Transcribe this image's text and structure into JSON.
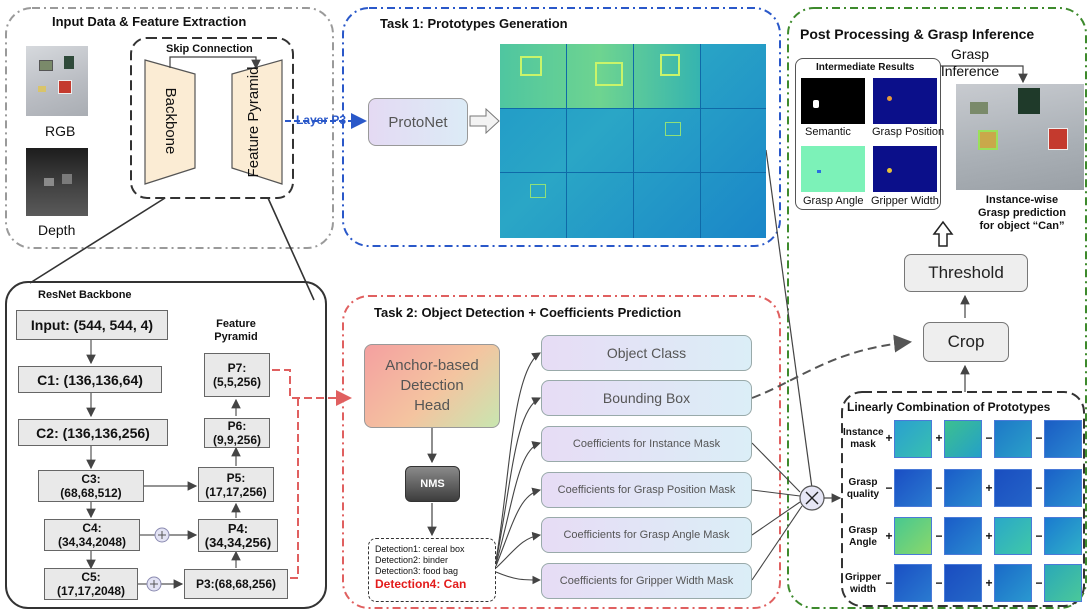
{
  "input_panel": {
    "title": "Input Data & Feature Extraction",
    "rgb_label": "RGB",
    "depth_label": "Depth",
    "skip_connection": "Skip Connection",
    "backbone": "Backbone",
    "feature_pyramid": "Feature Pyramid",
    "layer_label": "Layer P3"
  },
  "task1": {
    "title": "Task 1: Prototypes Generation",
    "protonet": "ProtoNet"
  },
  "post": {
    "title": "Post Processing & Grasp Inference",
    "grasp_inference": "Grasp Inference",
    "intermediate_title": "Intermediate Results",
    "semantic": "Semantic",
    "grasp_position": "Grasp Position",
    "grasp_angle": "Grasp Angle",
    "gripper_width": "Gripper Width",
    "instance_caption_1": "Instance-wise",
    "instance_caption_2": "Grasp prediction",
    "instance_caption_3": "for object “Can”",
    "threshold": "Threshold",
    "crop": "Crop"
  },
  "resnet": {
    "title": "ResNet Backbone",
    "input": "Input: (544, 544, 4)",
    "c1": "C1: (136,136,64)",
    "c2": "C2: (136,136,256)",
    "c3a": "C3:",
    "c3b": "(68,68,512)",
    "c4a": "C4:",
    "c4b": "(34,34,2048)",
    "c5a": "C5:",
    "c5b": "(17,17,2048)",
    "fp_title_1": "Feature",
    "fp_title_2": "Pyramid",
    "p7a": "P7:",
    "p7b": "(5,5,256)",
    "p6a": "P6:",
    "p6b": "(9,9,256)",
    "p5a": "P5:",
    "p5b": "(17,17,256)",
    "p4a": "P4:",
    "p4b": "(34,34,256)",
    "p3": "P3:(68,68,256)"
  },
  "task2": {
    "title": "Task 2: Object Detection + Coefficients Prediction",
    "head_1": "Anchor-based",
    "head_2": "Detection",
    "head_3": "Head",
    "nms": "NMS",
    "detections": [
      "Detection1: cereal box",
      "Detection2: binder",
      "Detection3: food bag"
    ],
    "detection_highlight": "Detection4: Can",
    "outputs": [
      "Object Class",
      "Bounding Box",
      "Coefficients for Instance Mask",
      "Coefficients for Grasp Position Mask",
      "Coefficients for Grasp Angle Mask",
      "Coefficients for Gripper Width Mask"
    ]
  },
  "linear": {
    "title": "Linearly Combination of Prototypes",
    "rows": [
      {
        "label1": "Instance",
        "label2": "mask",
        "ops": [
          "+",
          "+",
          "−",
          "−"
        ]
      },
      {
        "label1": "Grasp",
        "label2": "quality",
        "ops": [
          "−",
          "−",
          "+",
          "−"
        ]
      },
      {
        "label1": "Grasp",
        "label2": "Angle",
        "ops": [
          "+",
          "−",
          "+",
          "−"
        ]
      },
      {
        "label1": "Gripper",
        "label2": "width",
        "ops": [
          "−",
          "−",
          "+",
          "−"
        ]
      }
    ]
  },
  "colors": {
    "gray_dash": "#9a9a9a",
    "blue_dash": "#2a58c9",
    "red_dash": "#e06060",
    "green_dash": "#3d8a2c",
    "detection_red": "#e31b1b",
    "layer_blue": "#2a58c9"
  }
}
